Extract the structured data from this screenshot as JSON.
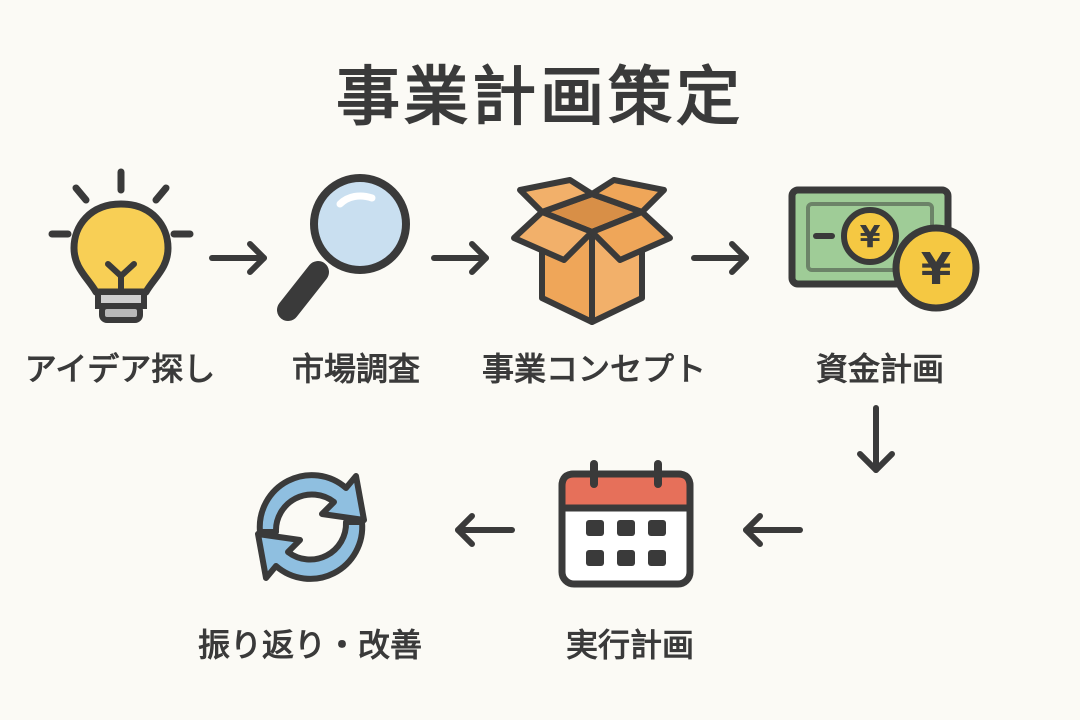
{
  "title": "事業計画策定",
  "steps": [
    {
      "label": "アイデア探し",
      "icon": "lightbulb-icon"
    },
    {
      "label": "市場調査",
      "icon": "magnifying-glass-icon"
    },
    {
      "label": "事業コンセプト",
      "icon": "open-box-icon"
    },
    {
      "label": "資金計画",
      "icon": "yen-money-icon"
    },
    {
      "label": "実行計画",
      "icon": "calendar-icon"
    },
    {
      "label": "振り返り・改善",
      "icon": "refresh-cycle-icon"
    }
  ],
  "colors": {
    "bulb": "#f8cf55",
    "lens": "#c9dff0",
    "box": "#efa659",
    "bill": "#9fcc97",
    "coin": "#f5c842",
    "calendar_header": "#e6705a",
    "cycle": "#8fbfe0",
    "outline": "#3a3a3a"
  },
  "currency_symbol": "¥"
}
